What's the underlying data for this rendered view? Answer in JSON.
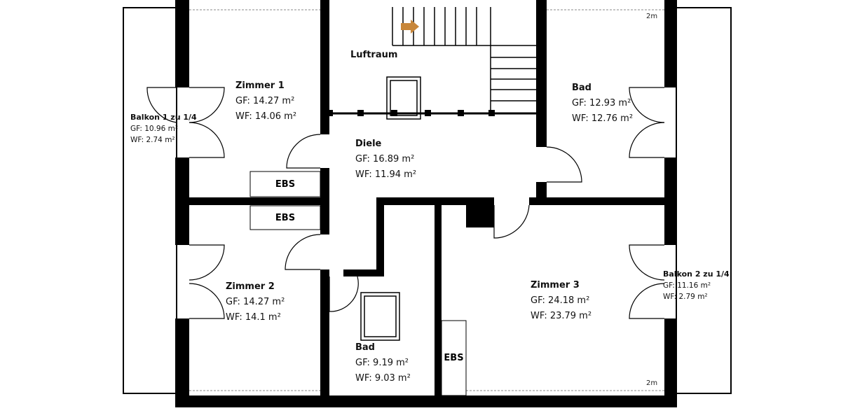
{
  "rooms": [
    {
      "name": "Zimmer 1",
      "gf": "GF: 14.27 m²",
      "wf": "WF: 14.06 m²"
    },
    {
      "name": "Luftraum"
    },
    {
      "name": "Bad",
      "gf": "GF: 12.93 m²",
      "wf": "WF: 12.76 m²"
    },
    {
      "name": "Diele",
      "gf": "GF: 16.89 m²",
      "wf": "WF: 11.94 m²"
    },
    {
      "name": "Zimmer 2",
      "gf": "GF: 14.27 m²",
      "wf": "WF: 14.1 m²"
    },
    {
      "name": "Bad",
      "gf": "GF: 9.19 m²",
      "wf": "WF: 9.03 m²"
    },
    {
      "name": "Zimmer 3",
      "gf": "GF: 24.18 m²",
      "wf": "WF: 23.79 m²"
    },
    {
      "name": "Balkon 1 zu 1/4",
      "gf": "GF: 10.96 m²",
      "wf": "WF: 2.74 m²"
    },
    {
      "name": "Balkon 2 zu 1/4",
      "gf": "GF: 11.16 m²",
      "wf": "WF: 2.79 m²"
    }
  ],
  "ebs_label": "EBS",
  "height_marks": [
    "2m",
    "2m"
  ],
  "colors": {
    "wall": "#000000",
    "stair_arrow": "#c8873a"
  }
}
